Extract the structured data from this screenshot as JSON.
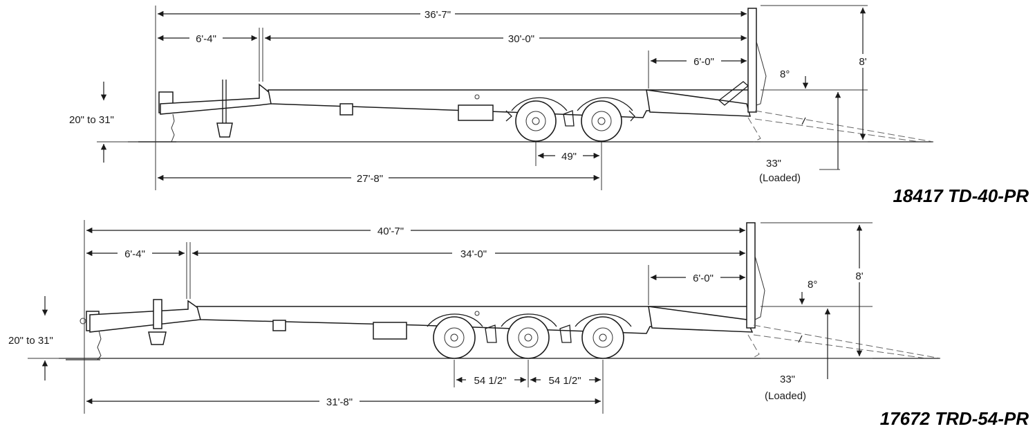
{
  "trailers": [
    {
      "model": "18417 TD-40-PR",
      "dims": {
        "overall_length": "36'-7\"",
        "gooseneck_length": "6'-4\"",
        "deck_length": "30'-0\"",
        "ramp_length": "6'-0\"",
        "height": "8'",
        "ramp_angle": "8°",
        "hitch_height": "20\" to 31\"",
        "deck_height": "33\"",
        "deck_height_note": "(Loaded)",
        "axle_spacing": "49\"",
        "hitch_to_axle": "27'-8\""
      }
    },
    {
      "model": "17672 TRD-54-PR",
      "dims": {
        "overall_length": "40'-7\"",
        "gooseneck_length": "6'-4\"",
        "deck_length": "34'-0\"",
        "ramp_length": "6'-0\"",
        "height": "8'",
        "ramp_angle": "8°",
        "hitch_height": "20\" to 31\"",
        "deck_height": "33\"",
        "deck_height_note": "(Loaded)",
        "axle_spacing_1": "54 1/2\"",
        "axle_spacing_2": "54 1/2\"",
        "hitch_to_axle": "31'-8\""
      }
    }
  ]
}
